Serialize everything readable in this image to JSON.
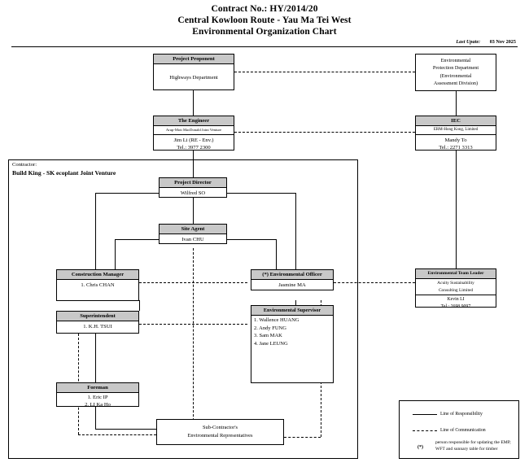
{
  "header": {
    "line1": "Contract No.: HY/2014/20",
    "line2": "Central Kowloon Route - Yau Ma Tei West",
    "line3": "Environmental Organization Chart",
    "last_update_label": "Last Upate:",
    "last_update_value": "03 Nov 2025"
  },
  "boxes": {
    "project_proponent": {
      "header": "Project Proponent",
      "body": "Highways Department"
    },
    "epd": {
      "body_line1": "Environmental",
      "body_line2": "Protection Department",
      "body_line3": "(Environmental",
      "body_line4": "Assessment Division)"
    },
    "engineer": {
      "header": "The Engineer",
      "sub": "Arup-Mott MacDonald Joint Venture",
      "body_line1": "Jim Li (RE - Env.)",
      "body_line2": "Tel.: 3977 2300"
    },
    "iec": {
      "header": "IEC",
      "sub": "ERM-Hong Kong, Limited",
      "body_line1": "Mandy To",
      "body_line2": "Tel.: 2271 3313"
    },
    "project_director": {
      "header": "Project Director",
      "body": "Wilfred SO"
    },
    "site_agent": {
      "header": "Site Agent",
      "body": "Ivan CHU"
    },
    "construction_manager": {
      "header": "Construction Manager",
      "body": "1. Chris CHAN"
    },
    "environmental_officer": {
      "header": "(*) Environmental Officer",
      "body": "Jasmine MA"
    },
    "environmental_team_leader": {
      "header": "Environmental Team Leader",
      "sub_line1": "Acuity Sustainability",
      "sub_line2": "Consulting Limited",
      "body_line1": "Kevin LI",
      "body_line2": "Tel.: 2698 9097"
    },
    "superintendent": {
      "header": "Superintendent",
      "body": "1. K.H. TSUI"
    },
    "environmental_supervisor": {
      "header": "Environmental Supervisor",
      "item1": "1. Wallence HUANG",
      "item2": "2. Andy FUNG",
      "item3": "3. Sam MAK",
      "item4": "4. Jane LEUNG"
    },
    "foreman": {
      "header": "Foreman",
      "item1": "1. Eric IP",
      "item2": "2. LI Ka Ho"
    },
    "sub_contractor": {
      "body_line1": "Sub-Contractor's",
      "body_line2": "Environmental Representatives"
    }
  },
  "contractor": {
    "label": "Contractor:",
    "name": "Build King - SK ecoplant Joint Venture"
  },
  "legend": {
    "responsibility": "Line of Responsibility",
    "communication": "Line of Communication",
    "star_symbol": "(*)",
    "star_note": "person responsible for updating the EMP, WFT and sunnary table for timber"
  },
  "colors": {
    "header_fill": "#c8c8c8",
    "line": "#000000",
    "background": "#ffffff"
  }
}
